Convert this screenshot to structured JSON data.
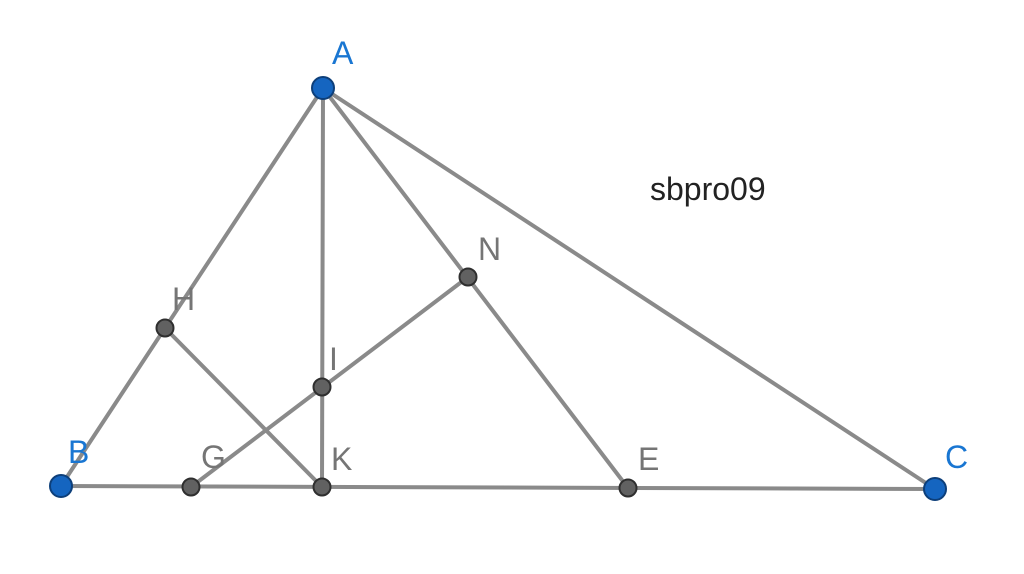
{
  "caption": "sbpro09",
  "colors": {
    "segment": "#8a8a8a",
    "free_point": "#1565c0",
    "dependent_point": "#616161",
    "free_label": "#1976d2",
    "dependent_label": "#757575"
  },
  "points": [
    {
      "id": "A",
      "label": "A",
      "kind": "free"
    },
    {
      "id": "B",
      "label": "B",
      "kind": "free"
    },
    {
      "id": "C",
      "label": "C",
      "kind": "free"
    },
    {
      "id": "H",
      "label": "H",
      "kind": "dependent"
    },
    {
      "id": "N",
      "label": "N",
      "kind": "dependent"
    },
    {
      "id": "I",
      "label": "I",
      "kind": "dependent"
    },
    {
      "id": "G",
      "label": "G",
      "kind": "dependent"
    },
    {
      "id": "K",
      "label": "K",
      "kind": "dependent"
    },
    {
      "id": "E",
      "label": "E",
      "kind": "dependent"
    }
  ],
  "segments": [
    {
      "from": "A",
      "to": "B"
    },
    {
      "from": "A",
      "to": "C"
    },
    {
      "from": "B",
      "to": "C"
    },
    {
      "from": "A",
      "to": "K"
    },
    {
      "from": "A",
      "to": "E"
    },
    {
      "from": "H",
      "to": "K"
    },
    {
      "from": "G",
      "to": "N"
    }
  ]
}
